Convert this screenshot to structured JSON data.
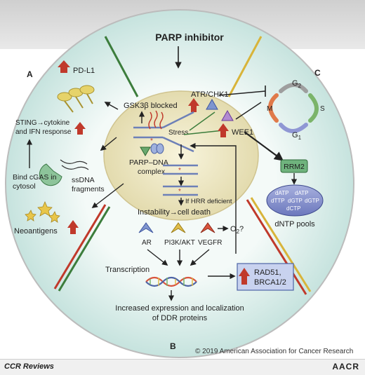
{
  "title": "PARP inhibitor",
  "sections": {
    "a": "A",
    "b": "B",
    "c": "C"
  },
  "center": {
    "gsk3b": "GSK3β blocked",
    "atr_chk1": "ATR/CHK1",
    "stress": "Stress",
    "wee1": "WEE1",
    "parp_dna_line1": "PARP–DNA",
    "parp_dna_line2": "complex",
    "hrr": "If HRR deficient",
    "instability": "Instability→cell death"
  },
  "left": {
    "pdl1": "PD-L1",
    "sting_line1": "STING→cytokine",
    "sting_line2": "and IFN response",
    "bind_line1": "Bind cGAS in",
    "bind_line2": "cytosol",
    "ssdna_line1": "ssDNA",
    "ssdna_line2": "fragments",
    "neoantigens": "Neoantigens"
  },
  "right": {
    "g2": "G",
    "g2_sub": "2",
    "m": "M",
    "s": "S",
    "g1": "G",
    "g1_sub": "1",
    "rrm2": "RRM2",
    "dntp_items": [
      "dATP",
      "dATP",
      "dTTP",
      "dGTP",
      "dGTP",
      "dCTP"
    ],
    "dntp_pools": "dNTP pools"
  },
  "bottom": {
    "ar": "AR",
    "pi3k": "PI3K/AKT",
    "vegfr": "VEGFR",
    "o2": "O",
    "o2_sub": "2",
    "o2_q": "?",
    "transcription": "Transcription",
    "rad51": "RAD51,",
    "brca": "BRCA1/2",
    "ddr_line1": "Increased expression and localization",
    "ddr_line2": "of DDR proteins"
  },
  "copyright": "© 2019 American Association for Cancer Research",
  "footer": {
    "left": "CCR Reviews",
    "right": "AACR"
  },
  "colors": {
    "ring": "#d6ece8",
    "inner_core": "#ece6c4",
    "arrow_up": "#c0392b",
    "rrm2_box": "#6fb37d",
    "dntp_ellipse": "#8a95cf",
    "rad51_box": "#c8d2ef"
  }
}
